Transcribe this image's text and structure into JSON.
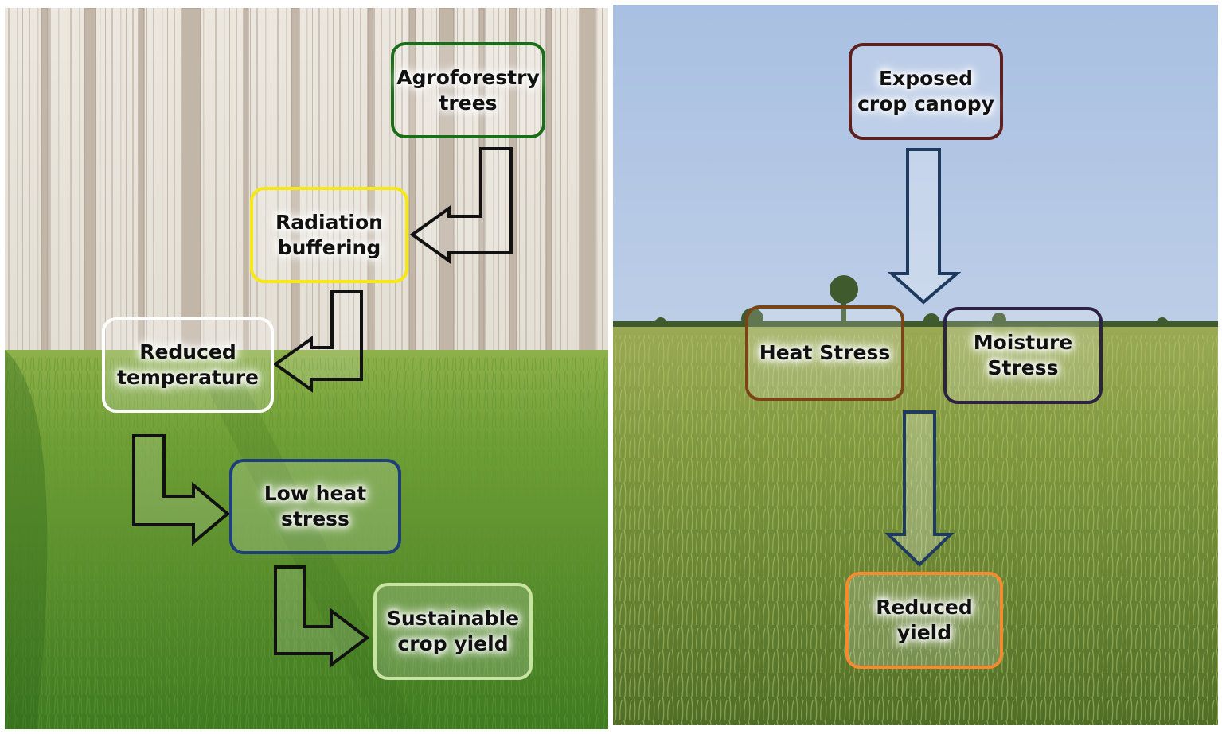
{
  "colors": {
    "agroforestry_trees": "#1a6e1a",
    "radiation_buffering": "#f5e813",
    "reduced_temperature": "#ffffff",
    "low_heat_stress": "#1e3f7a",
    "sustainable_crop_yield": "#c9e3a3",
    "exposed_crop_canopy": "#5e1f1f",
    "heat_stress": "#7a4516",
    "moisture_stress": "#2e2244",
    "reduced_yield": "#f58a2e",
    "left_arrows": "#111111",
    "right_arrows": "#1e3a5f"
  },
  "left_panel": {
    "agroforestry_trees": "Agroforestry\ntrees",
    "radiation_buffering": "Radiation\nbuffering",
    "reduced_temperature": "Reduced\ntemperature",
    "low_heat_stress": "Low heat\nstress",
    "sustainable_crop_yield": "Sustainable\ncrop yield"
  },
  "right_panel": {
    "exposed_crop_canopy": "Exposed\ncrop canopy",
    "heat_stress": "Heat Stress",
    "moisture_stress": "Moisture\nStress",
    "reduced_yield": "Reduced\nyield"
  }
}
